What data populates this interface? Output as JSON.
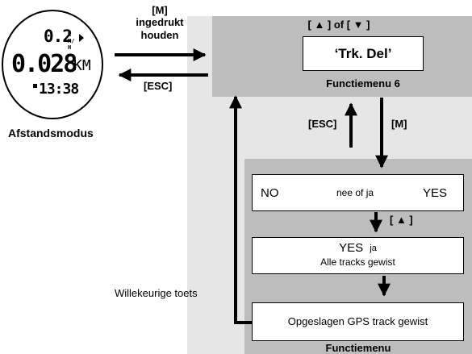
{
  "left": {
    "watch_speed": "0.2",
    "watch_speed_unit": "KM/H",
    "watch_distance": "0.028",
    "watch_distance_unit": "KM",
    "watch_time": "13:38",
    "mode_label": "Afstandsmodus"
  },
  "arrows": {
    "m_label": "[M]",
    "hold_label": "ingedrukt\nhouden",
    "esc_label": "[ESC]",
    "esc_up_label": "[ESC]",
    "m_down_label": "[M]",
    "up_key_label": "[ ▲ ]",
    "any_key_label": "Willekeurige toets"
  },
  "top_panel": {
    "nav_hint": "[ ▲ ] of [ ▼ ]",
    "menu_item": "‘Trk. Del’",
    "caption": "Functiemenu 6"
  },
  "bottom_panel": {
    "no_label": "NO",
    "choice_text": "nee of ja",
    "yes_label": "YES",
    "confirm_yes": "YES",
    "confirm_ja": "ja",
    "confirm_text": "Alle tracks gewist",
    "result_text": "Opgeslagen GPS track gewist",
    "caption": "Functiemenu"
  }
}
